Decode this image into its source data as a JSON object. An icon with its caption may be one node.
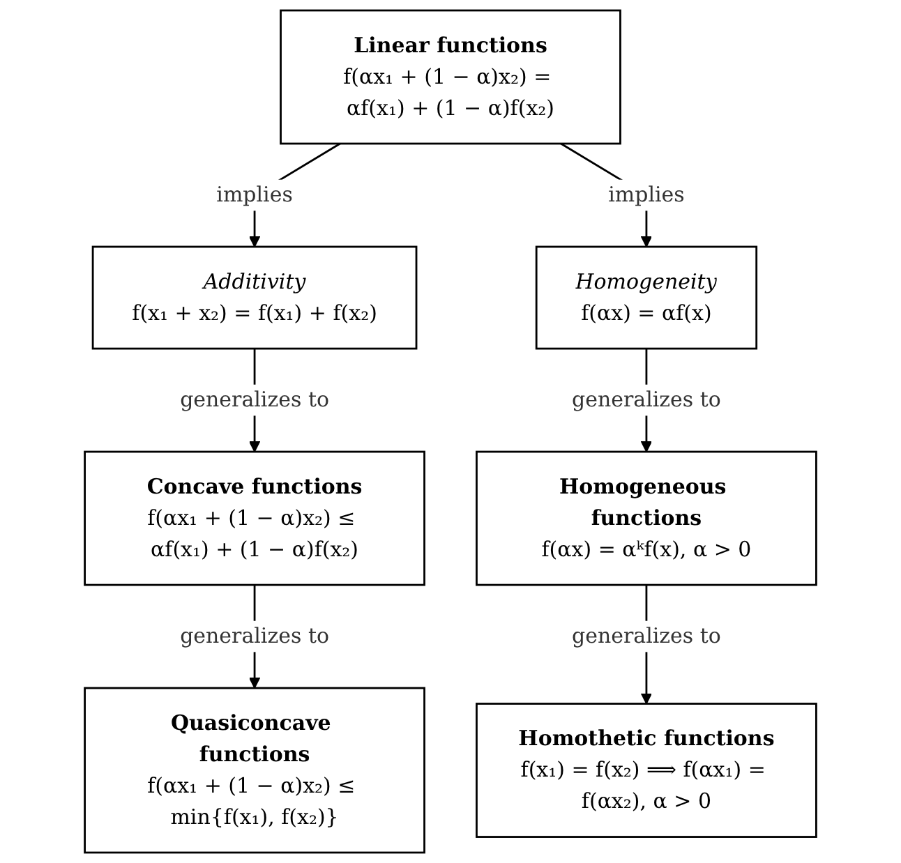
{
  "diagram": {
    "nodes": [
      {
        "text": [
          "Linear functions",
          "f(αx₁ + (1 − α)x₂) = αf(x₁) + (1 − α)f(x₂)"
        ]
      },
      {
        "text": [
          "Additivity",
          "f(x₁ + x₂) = f(x₁) + f(x₂)"
        ]
      },
      {
        "text": [
          "Homogeneity",
          "f(αx) = αf(x)"
        ]
      },
      {
        "text": [
          "Concave functions",
          "f(αx₁ + (1 − α)x₂) ≤ αf(x₁) + (1 − α)f(x₂)"
        ]
      },
      {
        "text": [
          "Homogeneous functions",
          "f(αx) = αᵏf(x), α > 0"
        ]
      },
      {
        "text": [
          "Quasiconcave functions",
          "f(αx₁ + (1 − α)x₂) ≤ min{f(x₁), f(x₂)}"
        ]
      },
      {
        "text": [
          "Homothetic functions",
          "f(x₁) = f(x₂) ⟹ f(αx₁) = f(αx₂), α > 0"
        ]
      }
    ],
    "edges": [
      {
        "from": 0,
        "to": 1,
        "arrow": "to",
        "label": "implies"
      },
      {
        "from": 0,
        "to": 2,
        "arrow": "to",
        "label": "implies"
      },
      {
        "from": 1,
        "to": 3,
        "arrow": "to",
        "label": "generalizes to"
      },
      {
        "from": 2,
        "to": 4,
        "arrow": "to",
        "label": "generalizes to"
      },
      {
        "from": 3,
        "to": 5,
        "arrow": "to",
        "label": "generalizes to"
      },
      {
        "from": 4,
        "to": 6,
        "arrow": "to",
        "label": "generalizes to"
      }
    ]
  }
}
